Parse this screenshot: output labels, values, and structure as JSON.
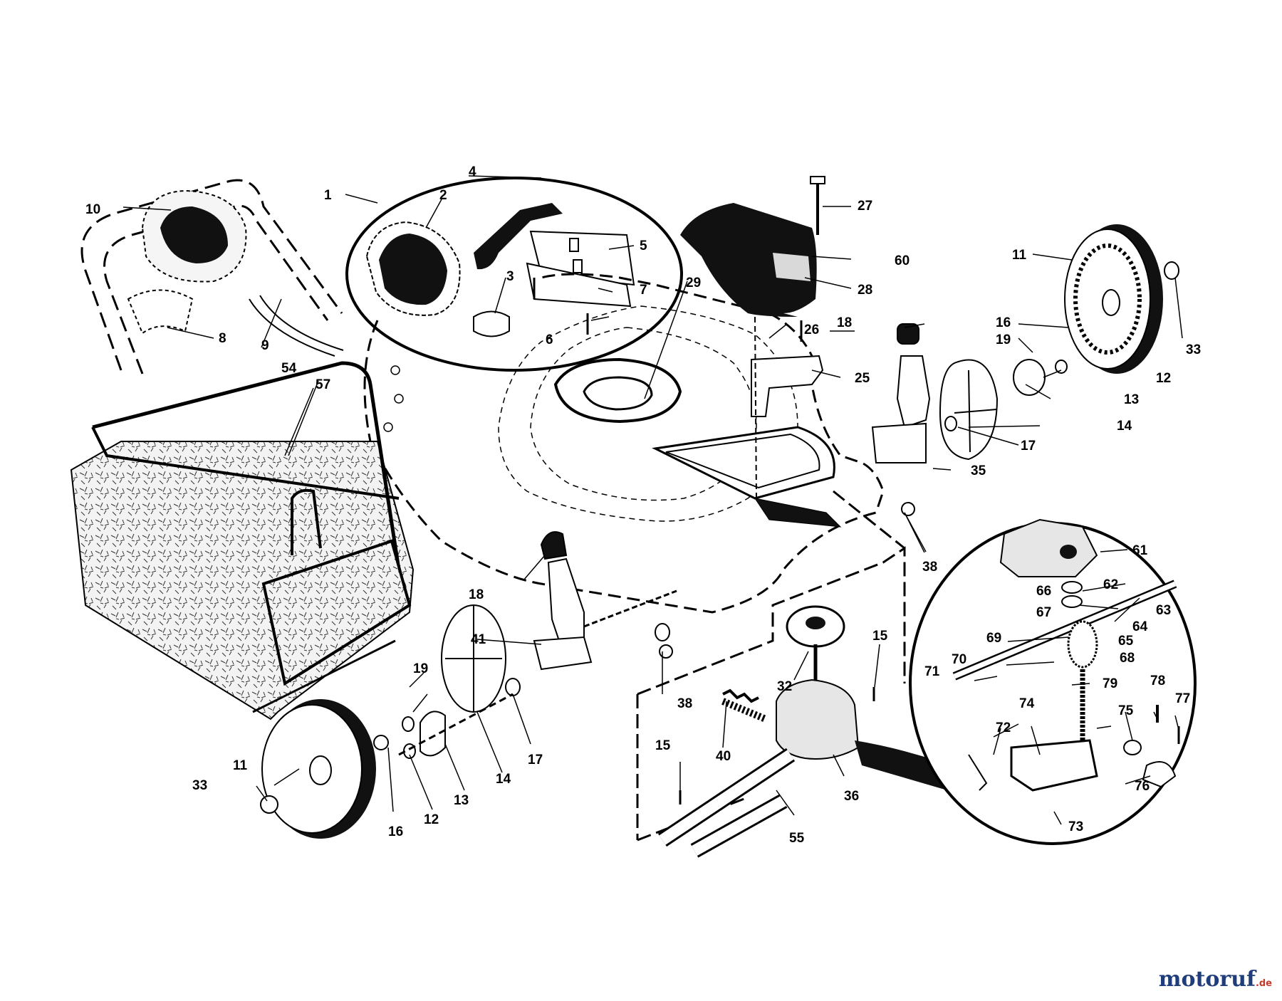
{
  "diagram": {
    "part_numbers": [
      "1",
      "2",
      "3",
      "4",
      "5",
      "6",
      "7",
      "8",
      "9",
      "10",
      "11",
      "11",
      "12",
      "12",
      "13",
      "13",
      "14",
      "14",
      "15",
      "15",
      "16",
      "16",
      "17",
      "17",
      "18",
      "18",
      "19",
      "19",
      "25",
      "26",
      "27",
      "28",
      "29",
      "32",
      "33",
      "33",
      "35",
      "36",
      "38",
      "38",
      "40",
      "41",
      "54",
      "55",
      "57",
      "60",
      "61",
      "62",
      "63",
      "64",
      "65",
      "66",
      "67",
      "68",
      "69",
      "70",
      "71",
      "72",
      "73",
      "74",
      "75",
      "76",
      "77",
      "78",
      "79"
    ]
  },
  "watermark": {
    "text": "motoruf",
    "suffix": ".de"
  },
  "colors": {
    "line": "#000000",
    "paper": "#ffffff",
    "fill_dark": "#111111",
    "fill_light": "#e6e6e6",
    "logo": "#1f3d7a",
    "logo_accent": "#c43a2a"
  }
}
